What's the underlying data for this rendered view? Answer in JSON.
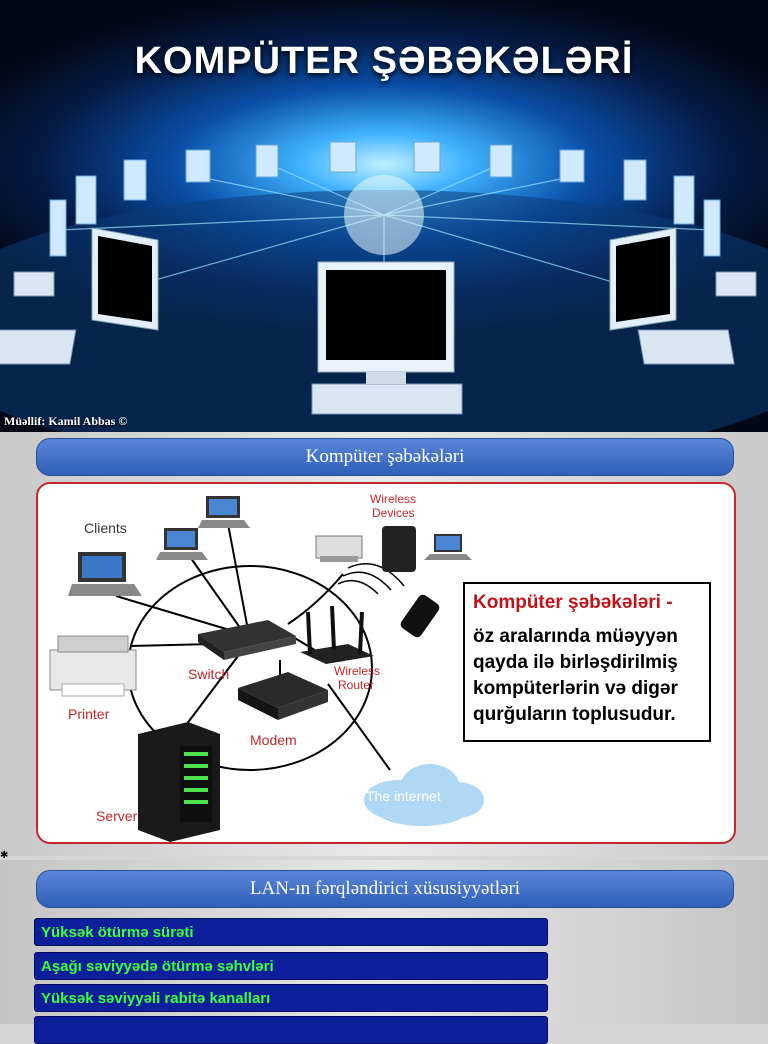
{
  "cover": {
    "title": "KOMPÜTER ŞƏBƏKƏLƏRİ",
    "author": "Müəllif: Kamil Abbas ©"
  },
  "slide2": {
    "header": "Kompüter şəbəkələri",
    "labels": {
      "clients": "Clients",
      "wireless_devices_1": "Wireless",
      "wireless_devices_2": "Devices",
      "switch": "Switch",
      "wireless_router_1": "Wireless",
      "wireless_router_2": "Router",
      "printer": "Printer",
      "modem": "Modem",
      "internet": "The internet",
      "server": "Server"
    },
    "definition_title": "Kompüter şəbəkələri -",
    "definition_text": "öz aralarında müəyyən qayda ilə birləşdirilmiş kompüterlərin və digər qurğuların toplusudur."
  },
  "slide3": {
    "header": "LAN-ın fərqləndirici xüsusiyyətləri",
    "features": [
      "Yüksək ötürmə sürəti",
      "Aşağı səviyyədə ötürmə səhvləri",
      "Yüksək səviyyəli rabitə kanalları"
    ]
  },
  "colors": {
    "accent_red": "#c0282d",
    "pill_blue": "#3a6bc6",
    "feature_bg": "#0d1f9a",
    "feature_text": "#3cff3c"
  }
}
